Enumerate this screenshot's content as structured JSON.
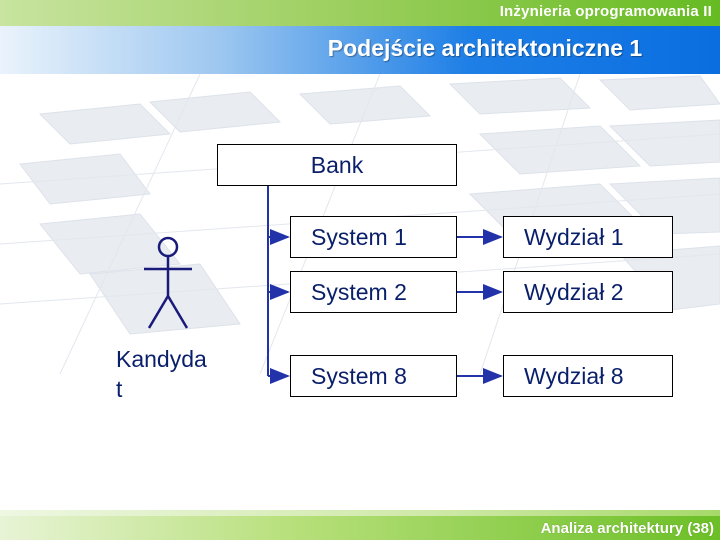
{
  "header": {
    "course_title": "Inżynieria oprogramowania II"
  },
  "slide": {
    "title": "Podejście architektoniczne 1"
  },
  "diagram": {
    "bank_label": "Bank",
    "actor": {
      "label_line1": "Kandyda",
      "label_line2": "t"
    },
    "systems": [
      {
        "label": "System 1"
      },
      {
        "label": "System 2"
      },
      {
        "label": "System 8"
      }
    ],
    "departments": [
      {
        "label": "Wydział 1"
      },
      {
        "label": "Wydział 2"
      },
      {
        "label": "Wydział 8"
      }
    ],
    "line_color": "#2233aa",
    "text_color": "#0a1f6a"
  },
  "footer": {
    "text": "Analiza architektury  (38)"
  }
}
